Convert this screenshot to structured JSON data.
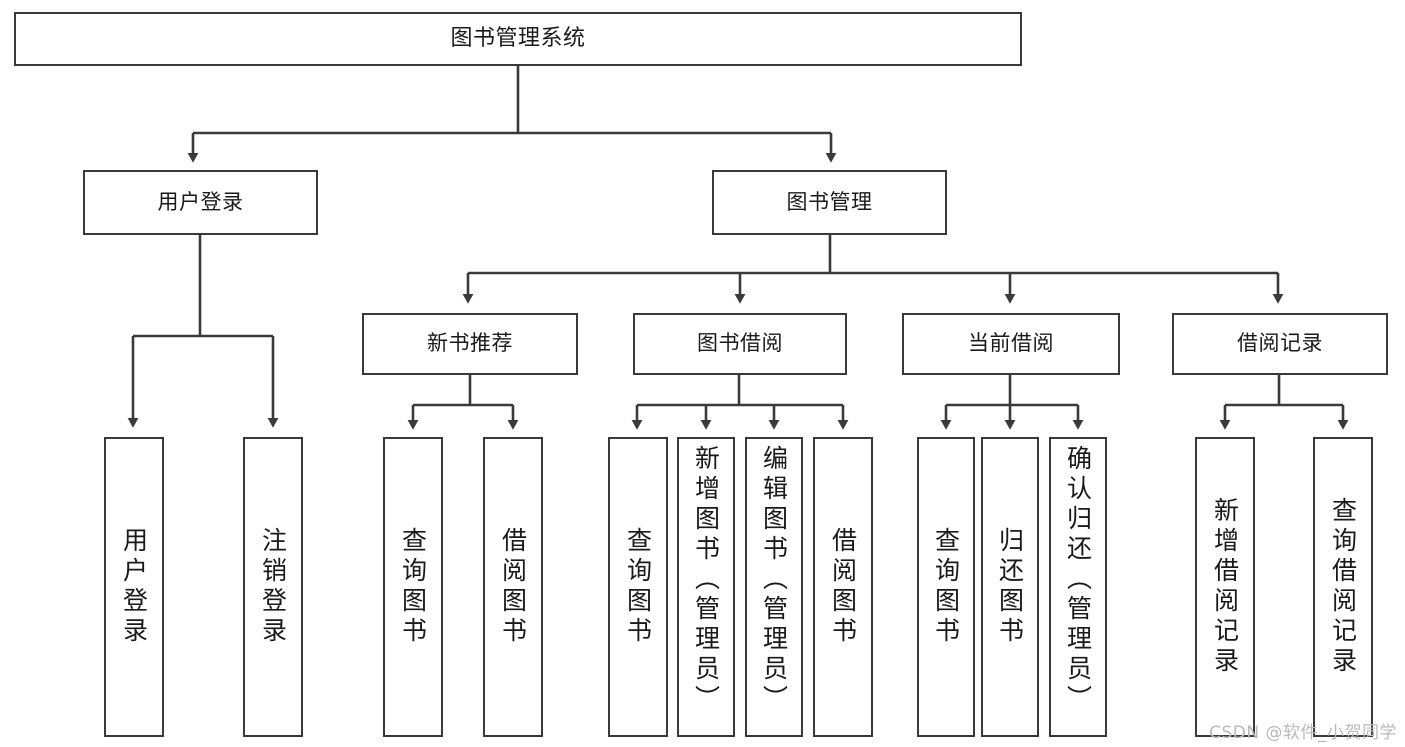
{
  "diagram": {
    "title": "图书管理系统",
    "type": "tree-hierarchy-chart",
    "watermark": "CSDN @软件_小贺同学",
    "colors": {
      "box_border": "#3a3a3a",
      "box_fill": "#ffffff",
      "edge": "#3a3a3a",
      "text": "#1a1a1a",
      "watermark": "#b9b9b9",
      "background": "#ffffff"
    },
    "root": {
      "id": "root",
      "label": "图书管理系统"
    },
    "level2": [
      {
        "id": "n-user-login",
        "label": "用户登录"
      },
      {
        "id": "n-book-manage",
        "label": "图书管理"
      }
    ],
    "level3": [
      {
        "id": "n-new-book-rec",
        "label": "新书推荐"
      },
      {
        "id": "n-book-borrow",
        "label": "图书借阅"
      },
      {
        "id": "n-current-borrow",
        "label": "当前借阅"
      },
      {
        "id": "n-borrow-record",
        "label": "借阅记录"
      }
    ],
    "leaves": {
      "user_login": [
        {
          "id": "lf-user-login",
          "label": "用户登录"
        },
        {
          "id": "lf-logout-login",
          "label": "注销登录"
        }
      ],
      "new_book_rec": [
        {
          "id": "lf-query-book-1",
          "label": "查询图书"
        },
        {
          "id": "lf-borrow-book-1",
          "label": "借阅图书"
        }
      ],
      "book_borrow": [
        {
          "id": "lf-query-book-2",
          "label": "查询图书"
        },
        {
          "id": "lf-add-book",
          "label": "新增图书（管理员）"
        },
        {
          "id": "lf-edit-book",
          "label": "编辑图书（管理员）"
        },
        {
          "id": "lf-borrow-book-2",
          "label": "借阅图书"
        }
      ],
      "current_borrow": [
        {
          "id": "lf-query-book-3",
          "label": "查询图书"
        },
        {
          "id": "lf-return-book",
          "label": "归还图书"
        },
        {
          "id": "lf-confirm-return",
          "label": "确认归还（管理员）"
        }
      ],
      "borrow_record": [
        {
          "id": "lf-add-record",
          "label": "新增借阅记录"
        },
        {
          "id": "lf-query-record",
          "label": "查询借阅记录"
        }
      ]
    }
  }
}
